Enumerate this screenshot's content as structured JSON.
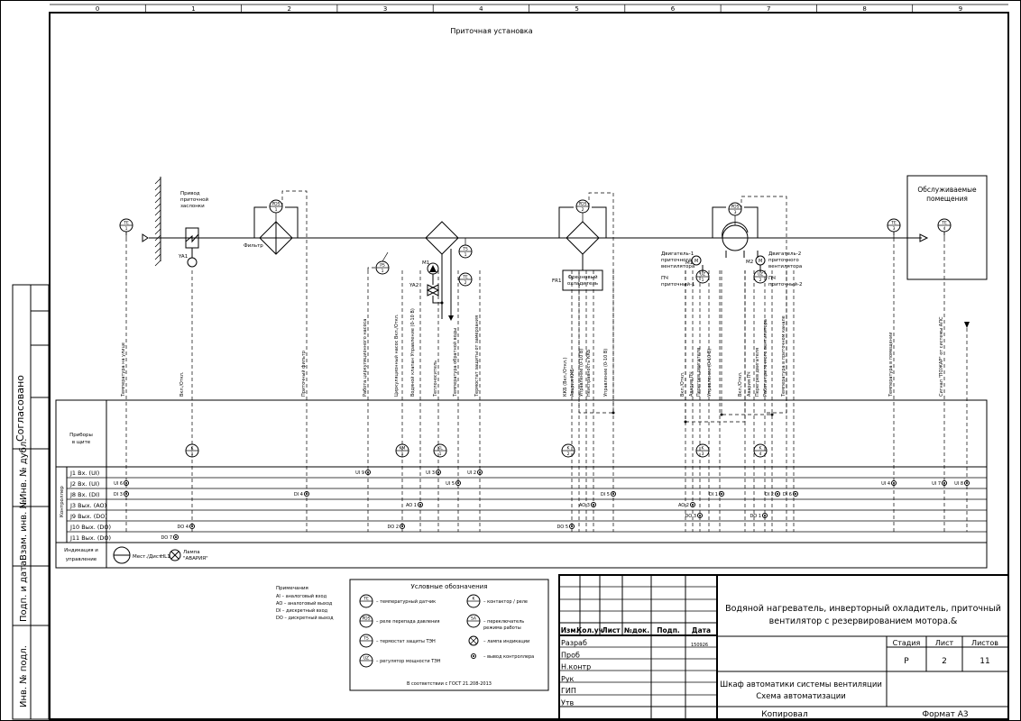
{
  "grid_columns": [
    "0",
    "1",
    "2",
    "3",
    "4",
    "5",
    "6",
    "7",
    "8",
    "9"
  ],
  "header": {
    "title": "Приточная установка"
  },
  "sidebar": {
    "agreed": "Согласовано",
    "cells": [
      "Инв. № дубл.",
      "Взам. инв. №",
      "Подп. и дата",
      "Инв. № подл."
    ]
  },
  "room": {
    "label": "Обслуживаемые помещения"
  },
  "components": {
    "damper_label": "Привод приточной заслонки",
    "damper_tag": "YA1",
    "filter_label": "Фильтр",
    "valve_tag": "YA2",
    "pump_tag": "M1",
    "cooler_label": "Фреоновый охладитель",
    "cooler_tag": "FR1",
    "motor1_label": "Двигатель-1 приточного вентилятора",
    "motor2_label": "Двигатель-2 приточного вентилятора",
    "motor1_tag": "M1",
    "motor2_tag": "M2",
    "fc1_label": "ПЧ приточный-1",
    "fc2_label": "ПЧ приточный-2"
  },
  "instruments": [
    {
      "id": "te_out",
      "t": "TE",
      "n": "1"
    },
    {
      "id": "pds1",
      "t": "PDS",
      "n": "1"
    },
    {
      "id": "ps",
      "t": "PS",
      "n": "1"
    },
    {
      "id": "ts",
      "t": "TS",
      "n": "1"
    },
    {
      "id": "te2",
      "t": "TE",
      "n": "2"
    },
    {
      "id": "pds2",
      "t": "PDS",
      "n": "2"
    },
    {
      "id": "pds3",
      "t": "PDS",
      "n": "3"
    },
    {
      "id": "uz1",
      "t": "UZ",
      "n": "1"
    },
    {
      "id": "uz2",
      "t": "UZ",
      "n": "2"
    },
    {
      "id": "te3",
      "t": "TE",
      "n": "3"
    },
    {
      "id": "te4",
      "t": "TE",
      "n": "4"
    }
  ],
  "signal_labels": [
    "Температура на улице",
    "Вкл./Откл.",
    "Приточный фильтр",
    "Работа циркуляционного насоса",
    "Циркуляционный насос Вкл./Откл.",
    "Водяной клапан Управление (0-10 В)",
    "Теплоноситель",
    "Температура обратной воды",
    "Термостат защиты от замерзания",
    "ККБ (Вкл./Откл.)",
    "Авария ККБ",
    "Управление (0-10 В)",
    "Неисправность ККБ",
    "Управление (0-10 В)",
    "Вкл./Откл.",
    "Авария ПЧ",
    "Перегрев двигателя",
    "Управление (0-10 В)",
    "Вкл./Откл.",
    "Авария ПЧ",
    "Перегрев двигателя",
    "Работа приточного вентилятора",
    "Температура в приточном канале",
    "Температура в помещении",
    "Сигнал \"ПОЖАР\" от системы АПС"
  ],
  "panel": {
    "devices_label": "Приборы в щите",
    "controller_label": "Контроллер",
    "indication_label": "Индикация и управление",
    "rows": [
      "J1 Вх. (UI)",
      "J2 Вх. (UI)",
      "J8 Вх. (DI)",
      "J3 Вых. (AO)",
      "J9 Вых. (DO)",
      "J10 Вых. (DO)",
      "J11 Вых. (DO)"
    ],
    "switch_label": "Мест./Дист.",
    "switch_tag": "HL1",
    "lamp_label": "Лампа \"АВАРИЯ\"",
    "devices": [
      {
        "t": "K",
        "n": "1"
      },
      {
        "t": "KM",
        "n": "1"
      },
      {
        "t": "KL",
        "n": "1"
      },
      {
        "t": "K",
        "n": "2"
      },
      {
        "t": "K",
        "n": "3"
      },
      {
        "t": "K",
        "n": "4"
      }
    ],
    "terminals": [
      "UI 9",
      "UI 3",
      "UI 2",
      "UI 6",
      "UI 5",
      "UI 4",
      "UI 7",
      "UI 8",
      "DI 3",
      "DI 4",
      "DI 5",
      "DI 1",
      "DI 2",
      "DI 6",
      "AO 1",
      "AO 3",
      "AO 2",
      "DO 3",
      "DO 1",
      "DO 2",
      "DO 4",
      "DO 5",
      "DO 7"
    ]
  },
  "notes": {
    "title": "Примечания",
    "lines": [
      "AI – аналоговый вход",
      "AO – аналоговый выход",
      "DI – дискретный вход",
      "DO – дискретный выход"
    ]
  },
  "legend": {
    "title": "Условные обозначения",
    "items": [
      {
        "sym": "TE",
        "text": "– температурный датчик"
      },
      {
        "sym": "PDS",
        "text": "– реле перепада давления"
      },
      {
        "sym": "TS",
        "text": "– термостат защиты ТЭН"
      },
      {
        "sym": "UZ",
        "text": "– регулятор мощности ТЭН"
      },
      {
        "sym": "K",
        "text": "– контактор / реле"
      },
      {
        "sym": "SA",
        "text": "– переключатель режима работы"
      },
      {
        "sym": "",
        "text": "– лампа индикации"
      },
      {
        "sym": "",
        "text": "– вывод контроллера"
      }
    ],
    "footer": "В соответствии с ГОСТ 21.208-2013"
  },
  "title_block": {
    "project": "Водяной нагреватель, инверторный охладитель, приточный вентилятор с резервированием мотора.&",
    "headers": [
      "Изм.",
      "Кол.уч",
      "Лист",
      "№док.",
      "Подп.",
      "Дата"
    ],
    "roles": [
      "Разраб",
      "Проб",
      "Н.контр",
      "Рук",
      "ГИП",
      "Утв"
    ],
    "date": "150926",
    "stage_label": "Стадия",
    "sheet_label": "Лист",
    "sheets_label": "Листов",
    "stage": "Р",
    "sheet": "2",
    "sheets": "11",
    "drawing_title": "Шкаф автоматики системы вентиляции Схема автоматизации",
    "copied": "Копировал",
    "format": "Формат А3"
  }
}
